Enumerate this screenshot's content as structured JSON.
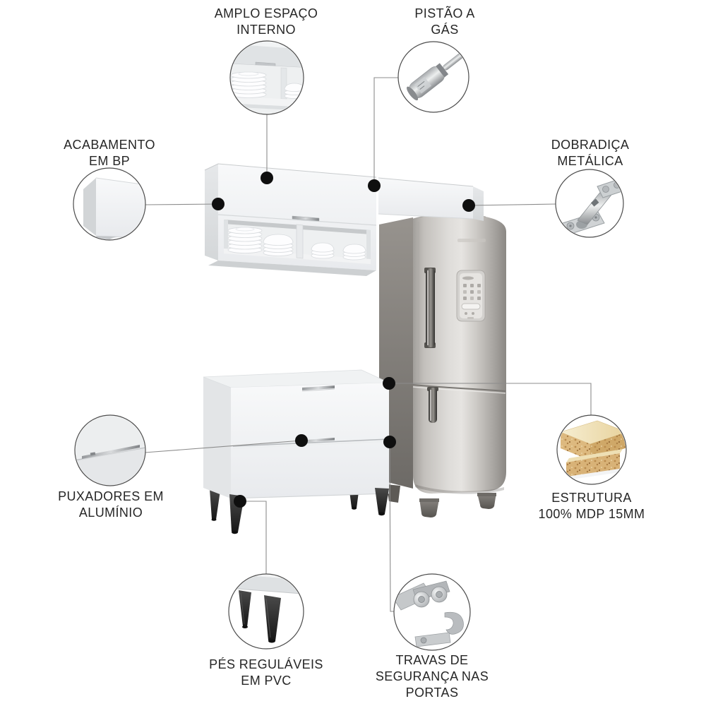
{
  "page_title": "Infográfico de características do armário de cozinha com geladeira",
  "features": [
    {
      "id": "amplo-espaco-interno",
      "label": "AMPLO ESPAÇO\nINTERNO",
      "icon": "plates-shelf-icon"
    },
    {
      "id": "pistao-a-gas",
      "label": "PISTÃO A\nGÁS",
      "icon": "gas-piston-icon"
    },
    {
      "id": "acabamento-em-bp",
      "label": "ACABAMENTO\nEM BP",
      "icon": "bp-panel-corner-icon"
    },
    {
      "id": "dobradica-metalica",
      "label": "DOBRADIÇA\nMETÁLICA",
      "icon": "metal-hinge-icon"
    },
    {
      "id": "puxadores-em-aluminio",
      "label": "PUXADORES EM\nALUMÍNIO",
      "icon": "aluminum-handle-icon"
    },
    {
      "id": "estrutura-100-mdp-15mm",
      "label": "ESTRUTURA\n100% MDP 15MM",
      "icon": "mdp-board-icon"
    },
    {
      "id": "pes-regulaveis-em-pvc",
      "label": "PÉS REGULÁVEIS\nEM PVC",
      "icon": "pvc-feet-icon"
    },
    {
      "id": "travas-de-seguranca-nas-portas",
      "label": "TRAVAS DE\nSEGURANÇA NAS\nPORTAS",
      "icon": "door-safety-locks-icon"
    }
  ],
  "colors": {
    "text": "#262626",
    "callout_line": "#8c8c8c",
    "callout_dot": "#0f0f0f",
    "cabinet_white": "#f2f4f5",
    "stainless": "#cdcac6",
    "mdp_wood": "#d8b277",
    "leg_dark": "#2a2a2a"
  }
}
